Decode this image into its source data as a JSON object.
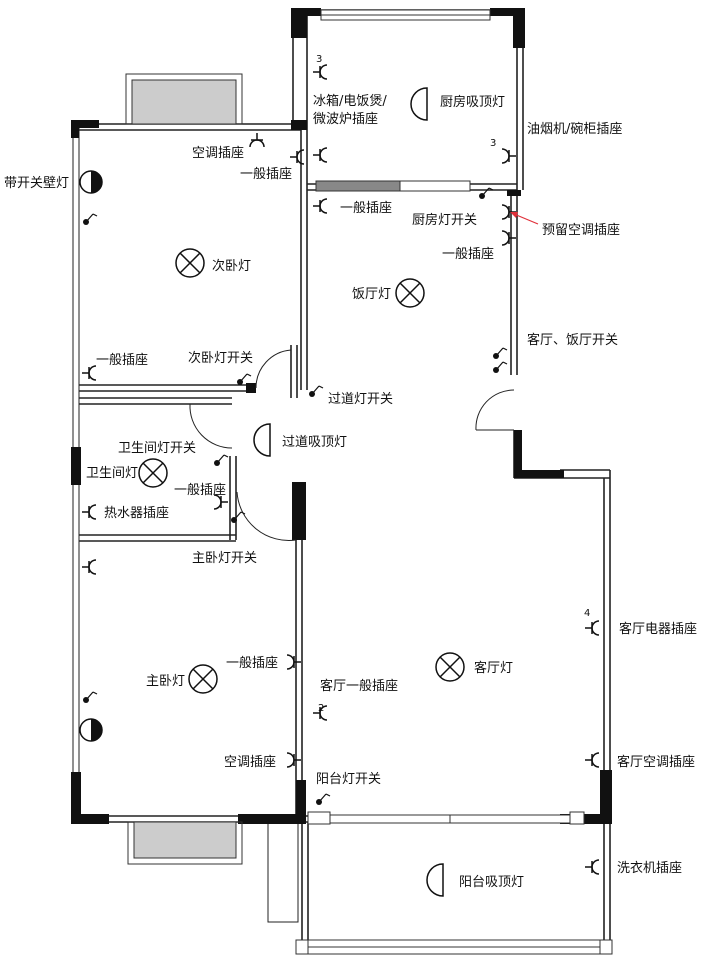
{
  "labels": {
    "bedroom2_wall_lamp": "带开关壁灯",
    "ac_socket_bedroom2": "空调插座",
    "socket_bedroom2_top": "一般插座",
    "socket_kitchen_bottom": "一般插座",
    "bedroom2_light": "次卧灯",
    "socket_bedroom2_bottom": "一般插座",
    "bedroom2_switch": "次卧灯开关",
    "fridge_socket_1": "冰箱/电饭煲/",
    "fridge_socket_2": "微波炉插座",
    "kitchen_light": "厨房吸顶灯",
    "hood_socket": "油烟机/碗柜插座",
    "kitchen_switch": "厨房灯开关",
    "reserved_ac": "预留空调插座",
    "socket_dining": "一般插座",
    "dining_light": "饭厅灯",
    "living_dining_switch": "客厅、饭厅开关",
    "corridor_switch": "过道灯开关",
    "corridor_light": "过道吸顶灯",
    "bath_switch": "卫生间灯开关",
    "bath_light": "卫生间灯",
    "socket_bath": "一般插座",
    "water_heater": "热水器插座",
    "master_switch": "主卧灯开关",
    "master_light": "主卧灯",
    "socket_master": "一般插座",
    "living_socket": "客厅一般插座",
    "living_light": "客厅灯",
    "living_appliance": "客厅电器插座",
    "ac_master": "空调插座",
    "balcony_switch": "阳台灯开关",
    "living_ac": "客厅空调插座",
    "balcony_light": "阳台吸顶灯",
    "washer": "洗衣机插座"
  },
  "socket_counts": {
    "fridge": "3",
    "hood": "3",
    "appliance": "4",
    "living": "2"
  },
  "colors": {
    "wall": "#111111",
    "window_fill": "#cccccc",
    "arrow": "#e0303a"
  }
}
